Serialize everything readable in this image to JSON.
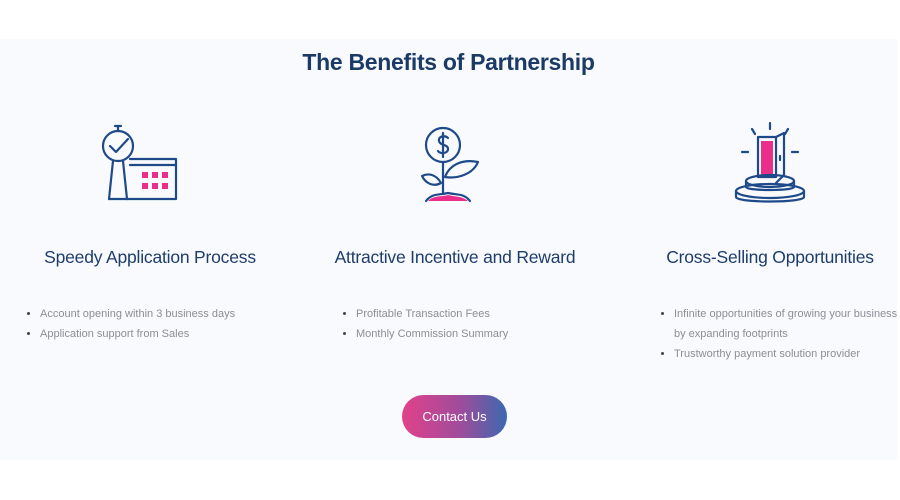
{
  "section": {
    "title": "The Benefits of Partnership",
    "colors": {
      "navy": "#1b3a66",
      "pink": "#ea2e8a",
      "text_gray": "#8a8f96"
    },
    "benefits": [
      {
        "icon": "stopwatch-calendar-icon",
        "heading": "Speedy Application Process",
        "bullets": [
          "Account opening within 3 business days",
          "Application support from Sales"
        ]
      },
      {
        "icon": "money-plant-icon",
        "heading": "Attractive Incentive and Reward",
        "bullets": [
          "Profitable Transaction Fees",
          "Monthly Commission Summary"
        ]
      },
      {
        "icon": "door-podium-icon",
        "heading": "Cross-Selling Opportunities",
        "bullets": [
          "Infinite opportunities of growing your business by expanding footprints",
          "Trustworthy payment solution provider"
        ]
      }
    ],
    "cta": {
      "label": "Contact Us"
    }
  }
}
